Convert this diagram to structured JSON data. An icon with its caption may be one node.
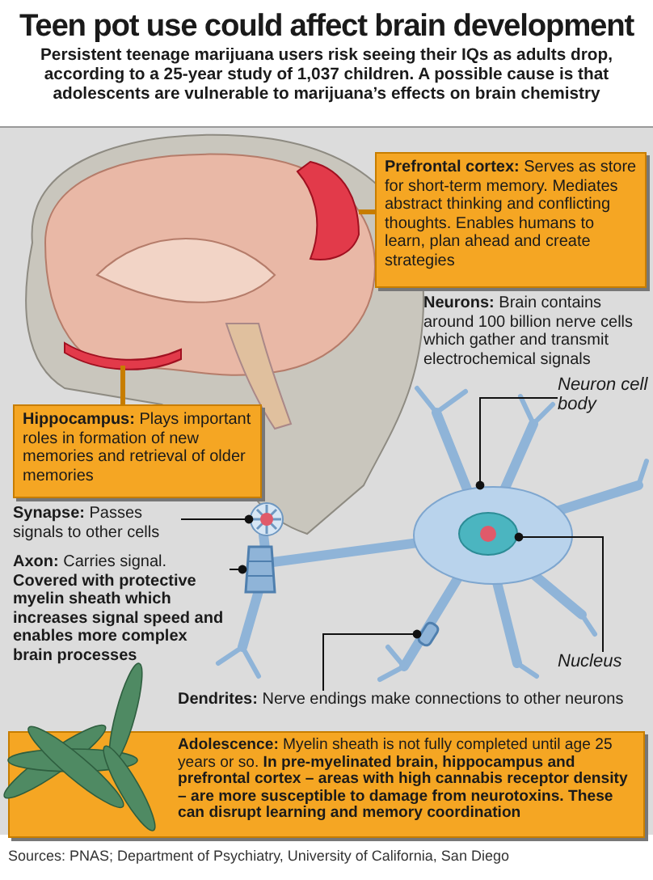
{
  "diagram": {
    "title": "Teen pot use could affect brain development",
    "caption": "Sources: PNAS; Department of Psychiatry, University of California, San Diego",
    "nodes": [
      {
        "text": [
          "**Prefrontal cortex:** Serves as store for short-term memory. Mediates abstract thinking and conflicting thoughts. Enables humans to learn, plan ahead and create strategies"
        ]
      },
      {
        "text": [],
        "shape": "picture"
      },
      {
        "text": [
          "Neuron cell body"
        ]
      },
      {
        "text": [],
        "shape": "picture"
      },
      {
        "text": [
          "**Hippocampus:** Plays important roles in formation of new memories and retrieval of older memories"
        ]
      },
      {
        "text": [],
        "shape": "picture"
      },
      {
        "text": [
          "**Synapse:** Passes signals to other cells"
        ]
      },
      {
        "text": [],
        "shape": "picture"
      },
      {
        "text": [
          "**Axon:** Carries signal. **Covered with protective myelin sheath which increases signal speed and enables more complex brain processes**"
        ]
      },
      {
        "text": [],
        "shape": "picture"
      },
      {
        "text": [
          "Nucleus"
        ]
      },
      {
        "text": [],
        "shape": "picture",
        "in": 3
      },
      {
        "text": [
          "**Dendrites:** Nerve endings make connections to other neurons"
        ]
      },
      {
        "text": [],
        "shape": "box"
      }
    ],
    "edges": [
      {
        "from": 0,
        "to": 1,
        "arrow": "none",
        "style": "thick",
        "color": "#c77d00"
      },
      {
        "from": 2,
        "to": 3,
        "arrow": "other"
      },
      {
        "from": 4,
        "to": 5,
        "arrow": "none",
        "style": "thick",
        "color": "#c77d00"
      },
      {
        "from": 6,
        "to": 7,
        "arrow": "other"
      },
      {
        "from": 8,
        "to": 9,
        "arrow": "other"
      },
      {
        "from": 10,
        "to": 11,
        "arrow": "other"
      },
      {
        "from": 12,
        "to": 13,
        "arrow": "other"
      }
    ],
    "labels": [
      "Persistent teenage marijuana users risk seeing their IQs as adults drop, according to a 25-year study of 1,037 children. A possible cause is that adolescents are vulnerable to marijuana’s effects on brain chemistry",
      "**Neurons:** Brain contains around 100 billion nerve cells which gather and transmit electrochemical signals",
      "**Adolescence:** Myelin sheath is not fully completed until age 25 years or so. **In pre-myelinated brain, hippocampus and prefrontal cortex – areas with high cannabis receptor density – are more susceptible to damage from neurotoxins. These can disrupt learning and memory coordination**"
    ]
  }
}
